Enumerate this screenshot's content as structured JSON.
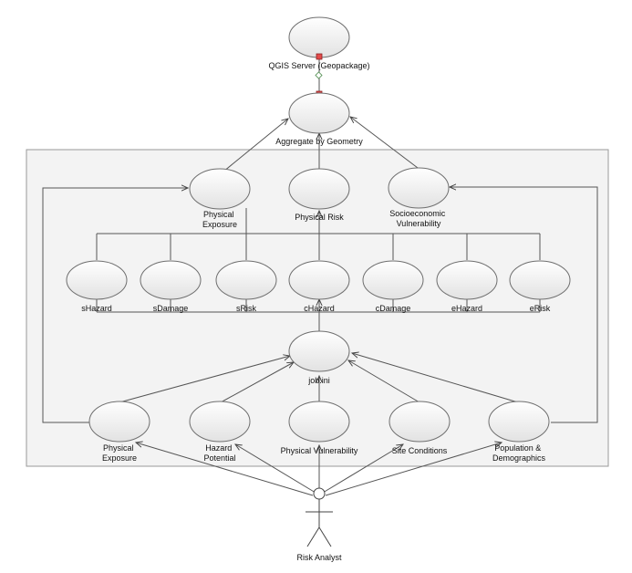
{
  "diagram": {
    "top": {
      "server": "QGIS Server (Geopackage)",
      "aggregate": "Aggregate by Geometry"
    },
    "outputs": {
      "physical_exposure": [
        "Physical",
        "Exposure"
      ],
      "physical_risk": "Physical Risk",
      "socioeconomic": [
        "Socioeconomic",
        "Vulnerability"
      ]
    },
    "results": [
      "sHazard",
      "sDamage",
      "sRisk",
      "cHazard",
      "cDamage",
      "eHazard",
      "eRisk"
    ],
    "job": "job.ini",
    "inputs": {
      "physical_exposure": [
        "Physical",
        "Exposure"
      ],
      "hazard_potential": [
        "Hazard",
        "Potential"
      ],
      "physical_vulnerability": "Physical Vulnerability",
      "site_conditions": "Site Conditions",
      "population": [
        "Population &",
        "Demographics"
      ]
    },
    "actor": "Risk Analyst"
  }
}
